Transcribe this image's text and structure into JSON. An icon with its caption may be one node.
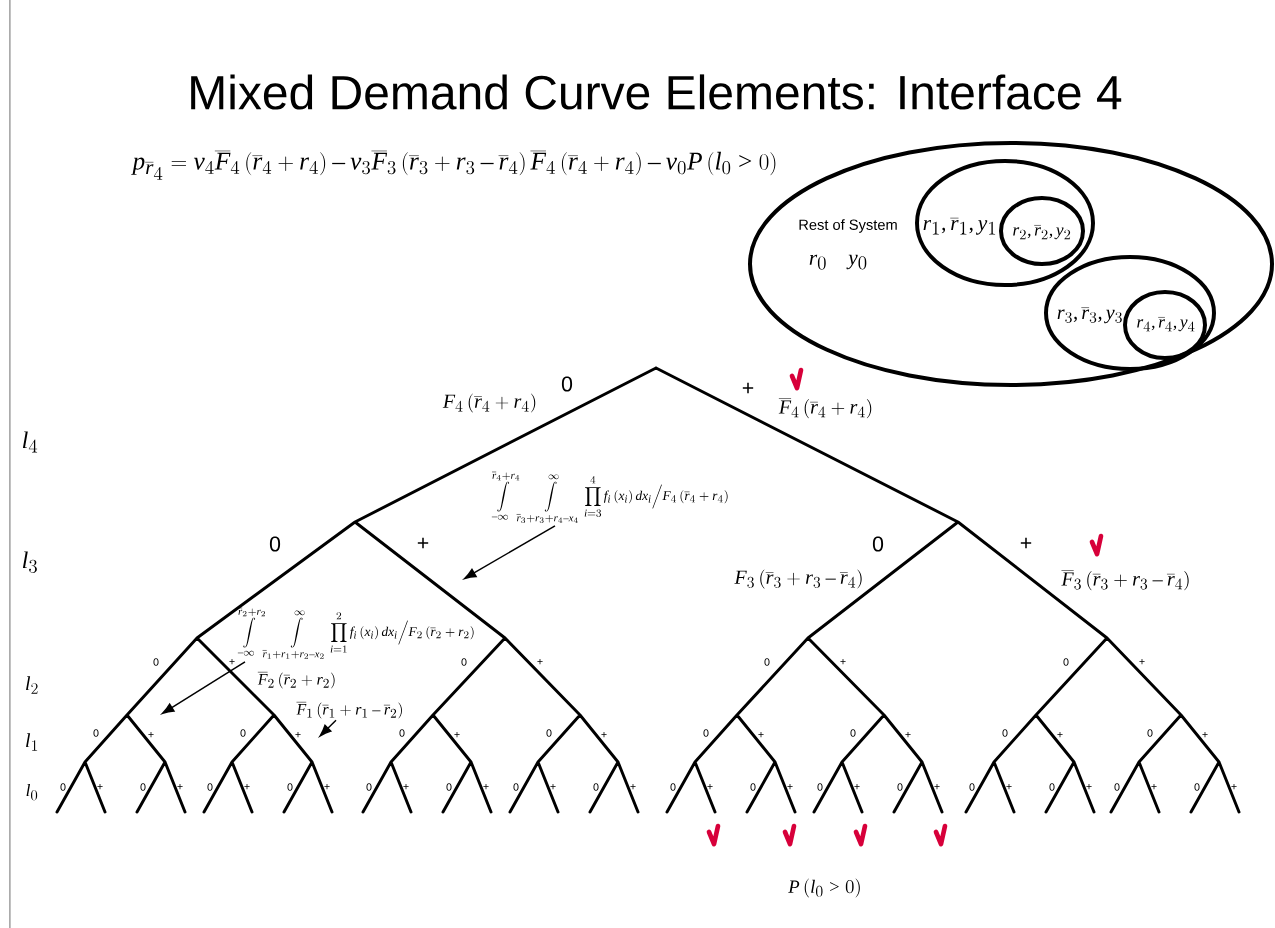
{
  "diagram": {
    "title": "Mixed Demand Curve Elements: Interface 4",
    "nodes": [
      {
        "text": [
          "Rest of System",
          "r_0",
          "y_0"
        ]
      },
      {
        "text": [
          "r_1,\\overline{r}_1,y_1"
        ],
        "in": 0
      },
      {
        "text": [
          "r_2,\\overline{r}_2,y_2"
        ],
        "in": 1
      },
      {
        "text": [
          "r_3,\\overline{r}_3,y_3"
        ],
        "in": 0
      },
      {
        "text": [
          "r_4,\\overline{r}_4,y_4"
        ],
        "in": 3
      },
      {
        "text": [
          "\\int\\limits_{-\\infty}^{\\overline{r}_4+r_4}\\int\\limits_{\\overline{r}_3+r_3+r_4-x_4}^{\\infty}\\prod_{i=3}^{4}f_i\\left(x_i\\right)dx_i\\Big/F_4\\left(\\overline{r}_4+r_4\\right)"
        ]
      },
      {
        "text": [
          "\\int\\limits_{-\\infty}^{\\overline{r}_2+r_2}\\int\\limits_{\\overline{r}_1+r_1+r_2-x_2}^{\\infty}\\prod_{i=1}^{2}f_i\\left(x_i\\right)dx_i\\Big/F_2\\left(\\overline{r}_2+r_2\\right)"
        ]
      },
      {
        "text": [
          "\\overline{F}_1\\left(\\overline{r}_1+r_1-\\overline{r}_2\\right)"
        ]
      }
    ],
    "edges": [
      {
        "from": 5,
        "to": null,
        "arrow": "to"
      },
      {
        "from": 6,
        "to": null,
        "arrow": "to"
      },
      {
        "from": 7,
        "to": null,
        "arrow": "to"
      }
    ],
    "labels": [
      "p_{\\overline{r}_4}=v_4\\overline{F}_4\\left(\\overline{r}_4+r_4\\right)-v_3\\overline{F}_3\\left(\\overline{r}_3+r_3-\\overline{r}_4\\right)\\overline{F}_4\\left(\\overline{r}_4+r_4\\right)-v_0P\\left(l_0>0\\right)",
      "F_4\\left(\\overline{r}_4+r_4\\right)",
      "\\overline{F}_4\\left(\\overline{r}_4+r_4\\right)",
      "F_3\\left(\\overline{r}_3+r_3-\\overline{r}_4\\right)",
      "\\overline{F}_3\\left(\\overline{r}_3+r_3-\\overline{r}_4\\right)",
      "\\overline{F}_2\\left(\\overline{r}_2+r_2\\right)",
      "P\\left(l_0>0\\right)",
      "l_4",
      "l_3",
      "l_2",
      "l_1",
      "l_0",
      "0",
      "+",
      "0",
      "+",
      "0",
      "+",
      "0",
      "+",
      "0",
      "+",
      "0",
      "+",
      "0",
      "+",
      "0",
      "+",
      "0",
      "+",
      "0",
      "+",
      "0",
      "+",
      "0",
      "+",
      "0",
      "+",
      "0",
      "+",
      "0",
      "+",
      "0",
      "+",
      "0",
      "+",
      "0",
      "+",
      "0",
      "+",
      "0",
      "+",
      "0",
      "+",
      "0",
      "+",
      "0",
      "+",
      "0",
      "+",
      "0",
      "+",
      "0",
      "+",
      "0",
      "+",
      "0",
      "+",
      "0",
      "+",
      "0",
      "+",
      "0",
      "+"
    ]
  }
}
